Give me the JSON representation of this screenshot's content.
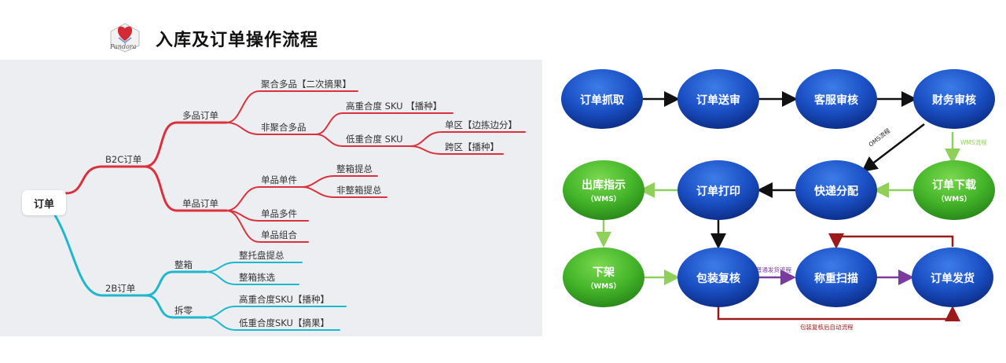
{
  "header": {
    "logo_text": "Pandora",
    "title": "入库及订单操作流程"
  },
  "mindmap": {
    "root": "订单",
    "b2c": {
      "label": "B2C订单",
      "multi": {
        "label": "多品订单",
        "agg": "聚合多品【二次摘果】",
        "non_agg": {
          "label": "非聚合多品",
          "high": "高重合度 SKU 【播种】",
          "low": {
            "label": "低重合度 SKU",
            "single_zone": "单区【边拣边分】",
            "cross_zone": "跨区【播种】"
          }
        }
      },
      "single": {
        "label": "单品订单",
        "single_piece": {
          "label": "单品单件",
          "whole_box": "整箱提总",
          "non_whole_box": "非整箱提总"
        },
        "multi_piece": "单品多件",
        "combo": "单品组合"
      }
    },
    "b2b": {
      "label": "2B订单",
      "box": {
        "label": "整箱",
        "pallet": "整托盘提总",
        "box_pick": "整箱拣选"
      },
      "split": {
        "label": "拆零",
        "high": "高重合度SKU【播种】",
        "low": "低重合度SKU【摘果】"
      }
    }
  },
  "flow": {
    "nodes": {
      "grab": "订单抓取",
      "send": "订单送审",
      "cs": "客服审核",
      "finance": "财务审核",
      "download": "订单下载",
      "download_sub": "（WMS）",
      "courier": "快递分配",
      "print": "订单打印",
      "outbound": "出库指示",
      "outbound_sub": "（WMS）",
      "shelf": "下架",
      "shelf_sub": "（WMS）",
      "recheck": "包装复核",
      "weigh": "称重扫描",
      "ship": "订单发货"
    },
    "labels": {
      "oms": "OMS流程",
      "wms": "WMS流程",
      "normal": "普通发货流程",
      "auto": "包装复核后自动流程"
    }
  },
  "colors": {
    "b2c_branch": "#d9323c",
    "b2b_branch": "#1eb8cc",
    "blue_node": "#1a4fc4",
    "green_node": "#4cbb2e",
    "arrow_black": "#111111",
    "arrow_green": "#8ed05a",
    "arrow_purple": "#7a3aa0",
    "arrow_darkred": "#9c1a1a"
  }
}
